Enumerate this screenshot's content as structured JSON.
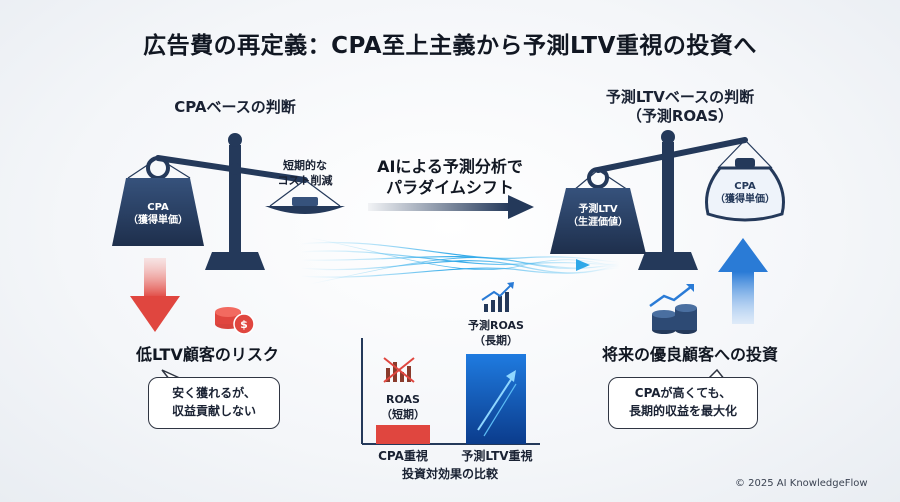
{
  "title": "広告費の再定義：CPA至上主義から予測LTV重視の投資へ",
  "left": {
    "heading": "CPAベースの判断",
    "weight_label_line1": "CPA",
    "weight_label_line2": "（獲得単価）",
    "pan_label_line1": "短期的な",
    "pan_label_line2": "コスト削減",
    "risk_heading": "低LTV顧客のリスク",
    "bubble_line1": "安く獲れるが、",
    "bubble_line2": "収益貢献しない"
  },
  "middle": {
    "line1": "AIによる予測分析で",
    "line2": "パラダイムシフト"
  },
  "right": {
    "heading_line1": "予測LTVベースの判断",
    "heading_line2": "（予測ROAS）",
    "weight_label_line1": "予測LTV",
    "weight_label_line2": "（生涯価値）",
    "pan_label_line1": "CPA",
    "pan_label_line2": "（獲得単価）",
    "invest_heading": "将来の優良顧客への投資",
    "bubble_line1": "CPAが高くても、",
    "bubble_line2": "長期的収益を最大化"
  },
  "comparison": {
    "caption": "投資対効果の比較",
    "bar1_label_line1": "ROAS",
    "bar1_label_line2": "（短期）",
    "bar1_category": "CPA重視",
    "bar2_label_line1": "予測ROAS",
    "bar2_label_line2": "（長期）",
    "bar2_category": "予測LTV重視"
  },
  "footer": "© 2025 AI KnowledgeFlow",
  "colors": {
    "navy": "#24395a",
    "red": "#e0463f",
    "blue": "#2a7bd6"
  }
}
